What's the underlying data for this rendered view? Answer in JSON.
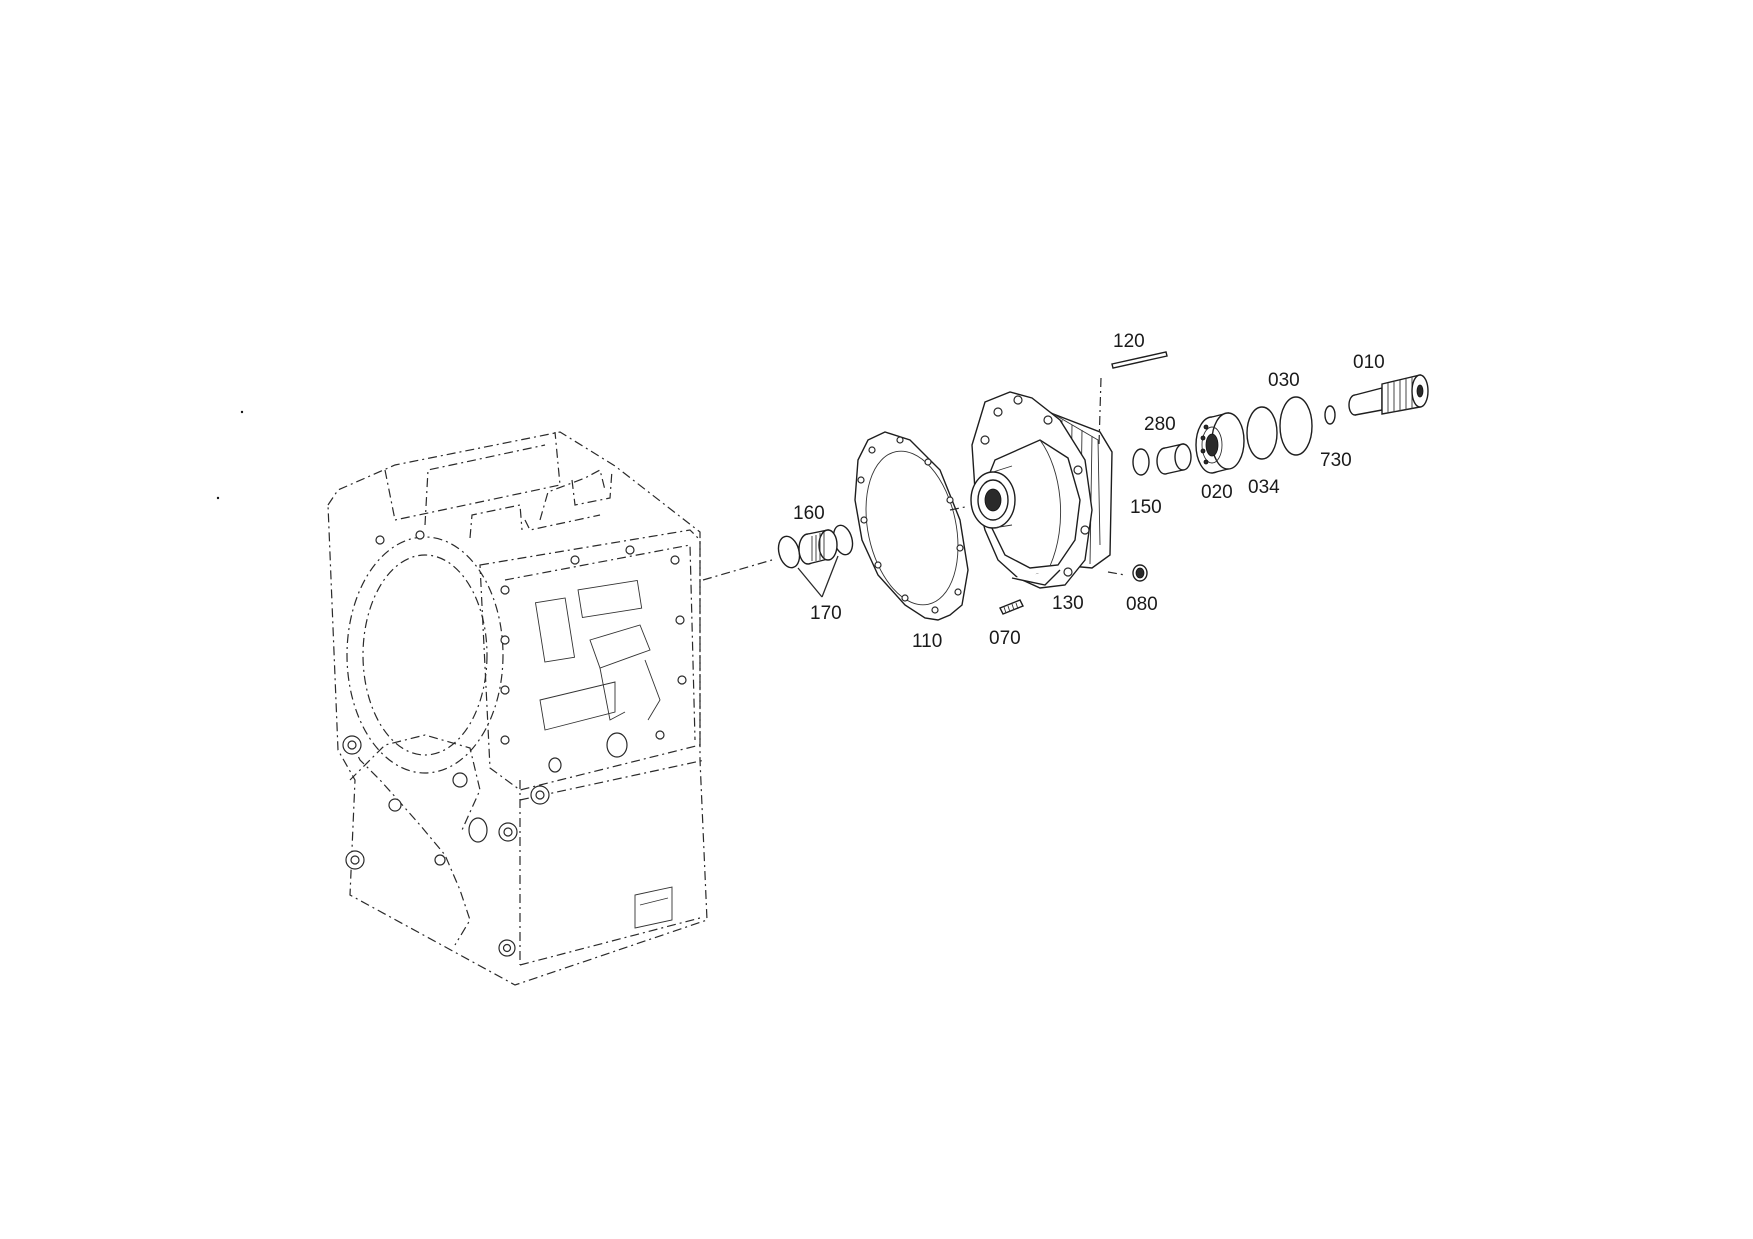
{
  "parts": [
    {
      "id": "010",
      "text": "010"
    },
    {
      "id": "020",
      "text": "020"
    },
    {
      "id": "030",
      "text": "030"
    },
    {
      "id": "034",
      "text": "034"
    },
    {
      "id": "070",
      "text": "070"
    },
    {
      "id": "080",
      "text": "080"
    },
    {
      "id": "110",
      "text": "110"
    },
    {
      "id": "120",
      "text": "120"
    },
    {
      "id": "130",
      "text": "130"
    },
    {
      "id": "150",
      "text": "150"
    },
    {
      "id": "160",
      "text": "160"
    },
    {
      "id": "170",
      "text": "170"
    },
    {
      "id": "280",
      "text": "280"
    },
    {
      "id": "730",
      "text": "730"
    }
  ]
}
